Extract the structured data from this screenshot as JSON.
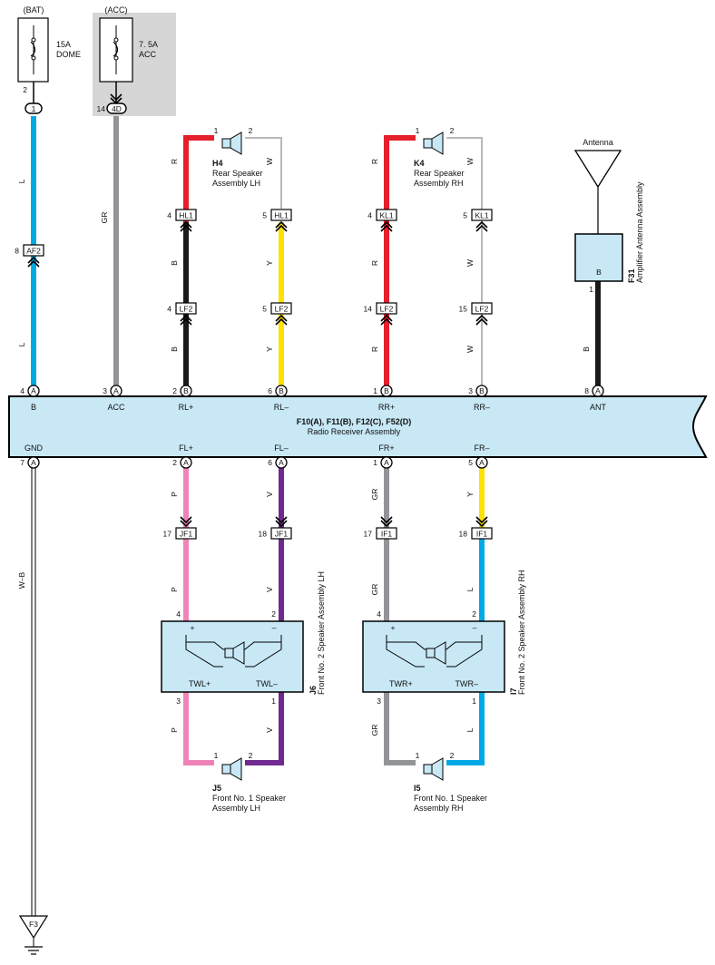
{
  "fuses": {
    "bat": {
      "source": "(BAT)",
      "rating": "15A",
      "name": "DOME",
      "pin": "2",
      "connector": "1"
    },
    "acc": {
      "source": "(ACC)",
      "rating": "7. 5A",
      "name": "ACC",
      "pin": "14",
      "connector": "4D"
    }
  },
  "wire_codes": {
    "L": "L",
    "GR": "GR",
    "R": "R",
    "W": "W",
    "B": "B",
    "Y": "Y",
    "P": "P",
    "V": "V",
    "WB": "W–B"
  },
  "wire_colors": {
    "L": "#00a9e6",
    "GR": "#929497",
    "R": "#e51f2b",
    "W": "#b9b9b9",
    "B": "#1a1a1a",
    "Y": "#ffe000",
    "P": "#ef83b8",
    "V": "#6f2a8f",
    "WB": "#444444"
  },
  "rear_lh": {
    "id": "H4",
    "name_line1": "Rear Speaker",
    "name_line2": "Assembly LH",
    "pin1": "1",
    "pin2": "2"
  },
  "rear_rh": {
    "id": "K4",
    "name_line1": "Rear Speaker",
    "name_line2": "Assembly RH",
    "pin1": "1",
    "pin2": "2"
  },
  "antenna": {
    "label": "Antenna",
    "amp_id": "F31",
    "amp_name": "Amplifier Antenna Assembly",
    "amp_pin_label": "B",
    "amp_pin": "1"
  },
  "connectors": {
    "af2": {
      "label": "AF2",
      "pin": "8"
    },
    "hl1a": {
      "label": "HL1",
      "pin": "4"
    },
    "hl1b": {
      "label": "HL1",
      "pin": "5"
    },
    "kl1a": {
      "label": "KL1",
      "pin": "4"
    },
    "kl1b": {
      "label": "KL1",
      "pin": "5"
    },
    "lf2a": {
      "label": "LF2",
      "pin": "4"
    },
    "lf2b": {
      "label": "LF2",
      "pin": "5"
    },
    "lf2c": {
      "label": "LF2",
      "pin": "14"
    },
    "lf2d": {
      "label": "LF2",
      "pin": "15"
    },
    "jf1a": {
      "label": "JF1",
      "pin": "17"
    },
    "jf1b": {
      "label": "JF1",
      "pin": "18"
    },
    "if1a": {
      "label": "IF1",
      "pin": "17"
    },
    "if1b": {
      "label": "IF1",
      "pin": "18"
    }
  },
  "radio": {
    "title": "F10(A), F11(B), F12(C), F52(D)",
    "name": "Radio Receiver Assembly",
    "top_pins": [
      {
        "num": "4",
        "conn": "A",
        "label": "B"
      },
      {
        "num": "3",
        "conn": "A",
        "label": "ACC"
      },
      {
        "num": "2",
        "conn": "B",
        "label": "RL+"
      },
      {
        "num": "6",
        "conn": "B",
        "label": "RL–"
      },
      {
        "num": "1",
        "conn": "B",
        "label": "RR+"
      },
      {
        "num": "3",
        "conn": "B",
        "label": "RR–"
      },
      {
        "num": "8",
        "conn": "A",
        "label": "ANT"
      }
    ],
    "bottom_pins": [
      {
        "num": "7",
        "conn": "A",
        "label": "GND"
      },
      {
        "num": "2",
        "conn": "A",
        "label": "FL+"
      },
      {
        "num": "6",
        "conn": "A",
        "label": "FL–"
      },
      {
        "num": "1",
        "conn": "A",
        "label": "FR+"
      },
      {
        "num": "5",
        "conn": "A",
        "label": "FR–"
      }
    ]
  },
  "j6": {
    "id": "J6",
    "name": "Front No. 2 Speaker Assembly LH",
    "plus": "+",
    "minus": "–",
    "out_plus": "TWL+",
    "out_minus": "TWL–",
    "pin_in1": "4",
    "pin_in2": "2",
    "pin_out1": "3",
    "pin_out2": "1"
  },
  "i7": {
    "id": "I7",
    "name": "Front No. 2 Speaker Assembly RH",
    "plus": "+",
    "minus": "–",
    "out_plus": "TWR+",
    "out_minus": "TWR–",
    "pin_in1": "4",
    "pin_in2": "2",
    "pin_out1": "3",
    "pin_out2": "1"
  },
  "j5": {
    "id": "J5",
    "name_line1": "Front No. 1 Speaker",
    "name_line2": "Assembly LH",
    "pin1": "1",
    "pin2": "2"
  },
  "i5": {
    "id": "I5",
    "name_line1": "Front No. 1 Speaker",
    "name_line2": "Assembly RH",
    "pin1": "1",
    "pin2": "2"
  },
  "ground": {
    "label": "F3"
  }
}
